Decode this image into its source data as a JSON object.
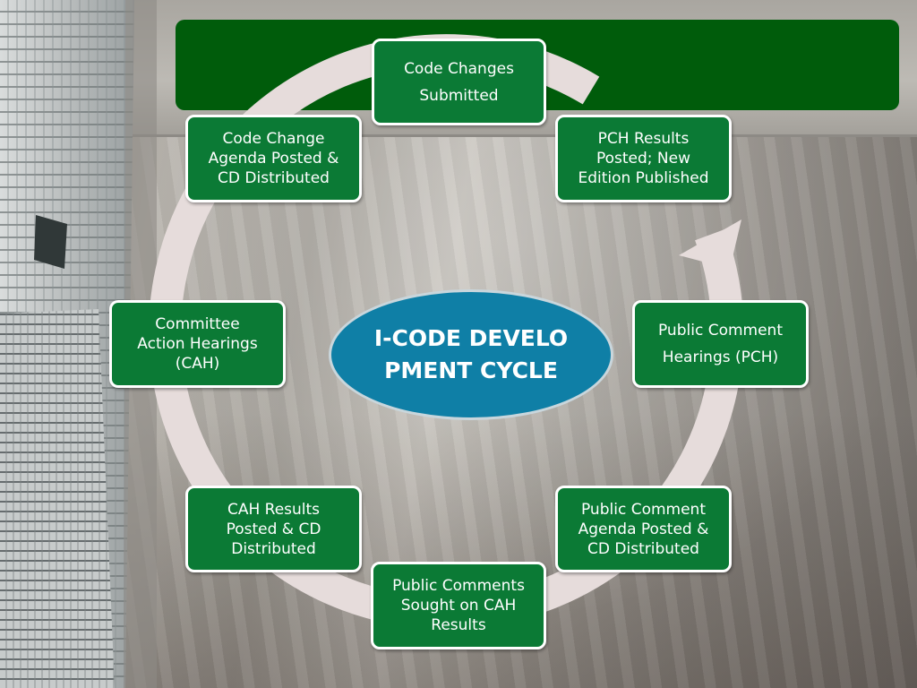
{
  "title_bar": {
    "color": "#005c0b"
  },
  "center": {
    "title": "I-CODE DEVELOPMENT CYCLE",
    "color": "#0f7fa6"
  },
  "ring": {
    "color": "#e6dcdb",
    "direction": "clockwise"
  },
  "steps": [
    {
      "label": "Code Changes\nSubmitted"
    },
    {
      "label": "PCH Results\nPosted; New\nEdition Published"
    },
    {
      "label": "Public Comment\nHearings (PCH)"
    },
    {
      "label": "Public Comment\nAgenda Posted &\nCD Distributed"
    },
    {
      "label": "Public Comments\nSought on CAH\nResults"
    },
    {
      "label": "CAH Results\nPosted & CD\nDistributed"
    },
    {
      "label": "Committee\nAction Hearings\n(CAH)"
    },
    {
      "label": "Code Change\nAgenda Posted &\nCD Distributed"
    }
  ],
  "node_color": "#0b7a35"
}
